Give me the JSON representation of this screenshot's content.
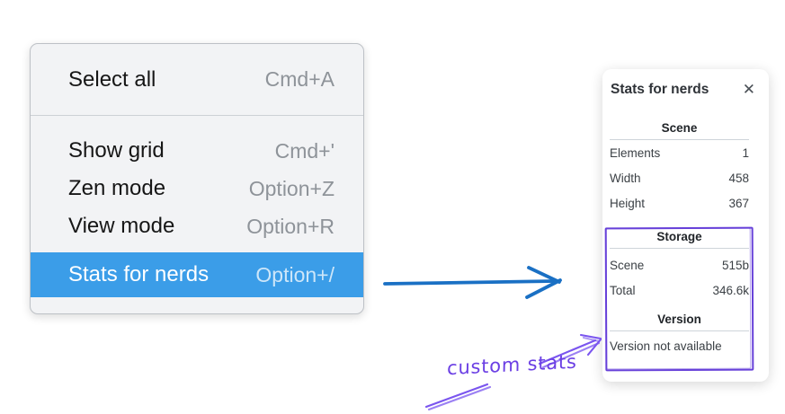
{
  "menu": {
    "sections": [
      {
        "items": [
          {
            "label": "Select all",
            "shortcut": "Cmd+A",
            "highlighted": false
          }
        ]
      },
      {
        "items": [
          {
            "label": "Show grid",
            "shortcut": "Cmd+'",
            "highlighted": false
          },
          {
            "label": "Zen mode",
            "shortcut": "Option+Z",
            "highlighted": false
          },
          {
            "label": "View mode",
            "shortcut": "Option+R",
            "highlighted": false
          },
          {
            "label": "Stats for nerds",
            "shortcut": "Option+/",
            "highlighted": true
          }
        ]
      }
    ]
  },
  "stats_panel": {
    "title": "Stats for nerds",
    "close_label": "✕",
    "sections": [
      {
        "header": "Scene",
        "rows": [
          {
            "label": "Elements",
            "value": "1"
          },
          {
            "label": "Width",
            "value": "458"
          },
          {
            "label": "Height",
            "value": "367"
          }
        ]
      },
      {
        "header": "Storage",
        "rows": [
          {
            "label": "Scene",
            "value": "515b"
          },
          {
            "label": "Total",
            "value": "346.6k"
          }
        ]
      },
      {
        "header": "Version",
        "note": "Version not available"
      }
    ]
  },
  "annotation": {
    "label": "custom stats"
  },
  "colors": {
    "menu_background": "#f2f3f5",
    "menu_border": "#bdc1c6",
    "menu_highlight": "#3b9de8",
    "menu_shortcut_text": "#8e9399",
    "panel_background": "#ffffff",
    "panel_divider": "#ced4da",
    "blue_arrow": "#1a70c4",
    "purple_annotation": "#6b3fe4",
    "purple_rectangle": "#6741d9"
  }
}
